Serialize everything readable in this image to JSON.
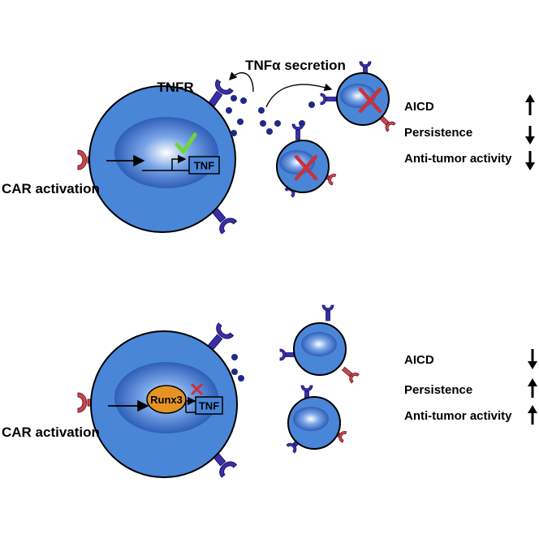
{
  "top_panel": {
    "receptor_label": "TNFR",
    "secretion_label": "TNFα secretion",
    "activation_label": "CAR activation",
    "gene_label": "TNF",
    "outcomes": [
      {
        "label": "AICD",
        "direction": "up"
      },
      {
        "label": "Persistence",
        "direction": "down"
      },
      {
        "label": "Anti-tumor activity",
        "direction": "down"
      }
    ]
  },
  "bottom_panel": {
    "activation_label": "CAR activation",
    "repressor_label": "Runx3",
    "gene_label": "TNF",
    "outcomes": [
      {
        "label": "AICD",
        "direction": "down"
      },
      {
        "label": "Persistence",
        "direction": "up"
      },
      {
        "label": "Anti-tumor activity",
        "direction": "up"
      }
    ]
  },
  "colors": {
    "cell_fill": "#4a86d8",
    "nucleus": "#2e5fb8",
    "receptor": "#3b2fa8",
    "car_receptor": "#c9474f",
    "dot": "#1f2a88",
    "check": "#6fd63a",
    "cross": "#c8323a",
    "runx3": "#e39424"
  }
}
